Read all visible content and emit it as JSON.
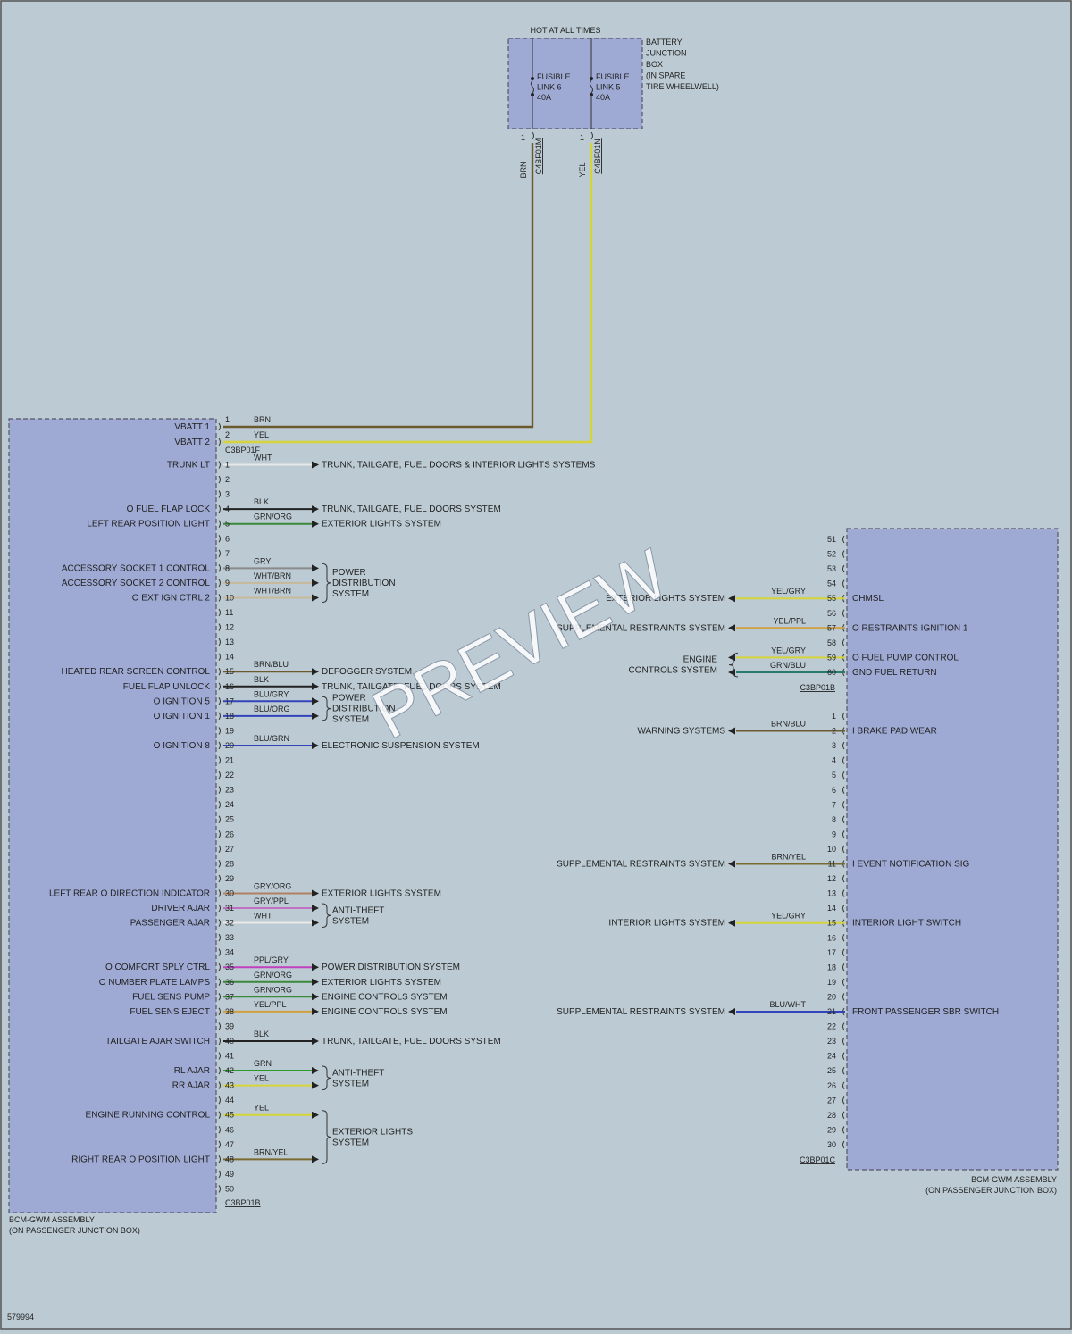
{
  "battery_box": {
    "header": "HOT AT ALL TIMES",
    "name_lines": [
      "BATTERY",
      "JUNCTION",
      "BOX",
      "(IN SPARE",
      "TIRE WHEELWELL)"
    ],
    "fuses": [
      {
        "lines": [
          "FUSIBLE",
          "LINK 6",
          "40A"
        ],
        "pin": "1",
        "connector": "C4BF01M",
        "wire": "BRN",
        "color": "#6b5a30"
      },
      {
        "lines": [
          "FUSIBLE",
          "LINK 5",
          "40A"
        ],
        "pin": "1",
        "connector": "C4BF01N",
        "wire": "YEL",
        "color": "#d6d43a"
      }
    ]
  },
  "left_module": {
    "name_lines": [
      "BCM-GWM ASSEMBLY",
      "(ON PASSENGER JUNCTION BOX)"
    ],
    "vbatt": {
      "connector": "C3BP01F",
      "pins": [
        {
          "n": "1",
          "label": "VBATT 1",
          "wire": "BRN",
          "color": "#6b5a30"
        },
        {
          "n": "2",
          "label": "VBATT 2",
          "wire": "YEL",
          "color": "#d6d43a"
        }
      ]
    },
    "connector": "C3BP01B",
    "pins": [
      {
        "n": "1",
        "label": "TRUNK LT",
        "wire": "WHT",
        "color": "#e8e8e8",
        "dest": "TRUNK, TAILGATE, FUEL DOORS & INTERIOR LIGHTS SYSTEMS",
        "arrow": true
      },
      {
        "n": "2"
      },
      {
        "n": "3"
      },
      {
        "n": "4",
        "label": "O FUEL FLAP LOCK",
        "wire": "BLK",
        "color": "#222222",
        "dest": "TRUNK, TAILGATE, FUEL DOORS SYSTEM",
        "arrow": true
      },
      {
        "n": "5",
        "label": "LEFT REAR POSITION LIGHT",
        "wire": "GRN/ORG",
        "color": "#3a8a3a",
        "dest": "EXTERIOR LIGHTS SYSTEM",
        "arrow": true
      },
      {
        "n": "6"
      },
      {
        "n": "7"
      },
      {
        "n": "8",
        "label": "ACCESSORY SOCKET 1 CONTROL",
        "wire": "GRY",
        "color": "#8a8a8a",
        "arrow": true
      },
      {
        "n": "9",
        "label": "ACCESSORY SOCKET 2 CONTROL",
        "wire": "WHT/BRN",
        "color": "#c8b89a",
        "arrow": true
      },
      {
        "n": "10",
        "label": "O EXT IGN CTRL 2",
        "wire": "WHT/BRN",
        "color": "#c8b89a",
        "arrow": true
      },
      {
        "n": "11"
      },
      {
        "n": "12"
      },
      {
        "n": "13"
      },
      {
        "n": "14"
      },
      {
        "n": "15",
        "label": "HEATED REAR SCREEN CONTROL",
        "wire": "BRN/BLU",
        "color": "#6b5a30",
        "dest": "DEFOGGER SYSTEM",
        "arrow": true
      },
      {
        "n": "16",
        "label": "FUEL FLAP UNLOCK",
        "wire": "BLK",
        "color": "#222222",
        "dest": "TRUNK, TAILGATE, FUEL DOORS SYSTEM",
        "arrow": true
      },
      {
        "n": "17",
        "label": "O IGNITION 5",
        "wire": "BLU/GRY",
        "color": "#3344bb",
        "arrow": true
      },
      {
        "n": "18",
        "label": "O IGNITION 1",
        "wire": "BLU/ORG",
        "color": "#3344bb",
        "arrow": true
      },
      {
        "n": "19"
      },
      {
        "n": "20",
        "label": "O IGNITION 8",
        "wire": "BLU/GRN",
        "color": "#3344bb",
        "dest": "ELECTRONIC SUSPENSION SYSTEM",
        "arrow": true
      },
      {
        "n": "21"
      },
      {
        "n": "22"
      },
      {
        "n": "23"
      },
      {
        "n": "24"
      },
      {
        "n": "25"
      },
      {
        "n": "26"
      },
      {
        "n": "27"
      },
      {
        "n": "28"
      },
      {
        "n": "29"
      },
      {
        "n": "30",
        "label": "LEFT REAR O DIRECTION INDICATOR",
        "wire": "GRY/ORG",
        "color": "#b08060",
        "dest": "EXTERIOR LIGHTS SYSTEM",
        "arrow": true
      },
      {
        "n": "31",
        "label": "DRIVER AJAR",
        "wire": "GRY/PPL",
        "color": "#c070c0",
        "arrow": true
      },
      {
        "n": "32",
        "label": "PASSENGER AJAR",
        "wire": "WHT",
        "color": "#e8e8e8",
        "arrow": true
      },
      {
        "n": "33"
      },
      {
        "n": "34"
      },
      {
        "n": "35",
        "label": "O COMFORT SPLY CTRL",
        "wire": "PPL/GRY",
        "color": "#c040c0",
        "dest": "POWER DISTRIBUTION SYSTEM",
        "arrow": true
      },
      {
        "n": "36",
        "label": "O NUMBER PLATE LAMPS",
        "wire": "GRN/ORG",
        "color": "#3a8a3a",
        "dest": "EXTERIOR LIGHTS SYSTEM",
        "arrow": true
      },
      {
        "n": "37",
        "label": "FUEL SENS PUMP",
        "wire": "GRN/ORG",
        "color": "#3a8a3a",
        "dest": "ENGINE CONTROLS SYSTEM",
        "arrow": true
      },
      {
        "n": "38",
        "label": "FUEL SENS EJECT",
        "wire": "YEL/PPL",
        "color": "#d0a040",
        "dest": "ENGINE CONTROLS SYSTEM",
        "arrow": true
      },
      {
        "n": "39"
      },
      {
        "n": "40",
        "label": "TAILGATE AJAR SWITCH",
        "wire": "BLK",
        "color": "#222222",
        "dest": "TRUNK, TAILGATE, FUEL DOORS SYSTEM",
        "arrow": true
      },
      {
        "n": "41"
      },
      {
        "n": "42",
        "label": "RL AJAR",
        "wire": "GRN",
        "color": "#2a9a2a",
        "arrow": true
      },
      {
        "n": "43",
        "label": "RR AJAR",
        "wire": "YEL",
        "color": "#d6d43a",
        "arrow": true
      },
      {
        "n": "44"
      },
      {
        "n": "45",
        "label": "ENGINE RUNNING CONTROL",
        "wire": "YEL",
        "color": "#d6d43a",
        "arrow": true
      },
      {
        "n": "46"
      },
      {
        "n": "47"
      },
      {
        "n": "48",
        "label": "RIGHT REAR O POSITION LIGHT",
        "wire": "BRN/YEL",
        "color": "#7a6a30",
        "arrow": true
      },
      {
        "n": "49"
      },
      {
        "n": "50"
      }
    ],
    "groups": [
      {
        "from": "8",
        "to": "10",
        "lines": [
          "POWER",
          "DISTRIBUTION",
          "SYSTEM"
        ]
      },
      {
        "from": "17",
        "to": "18",
        "lines": [
          "POWER",
          "DISTRIBUTION",
          "SYSTEM"
        ]
      },
      {
        "from": "31",
        "to": "32",
        "lines": [
          "ANTI-THEFT",
          "SYSTEM"
        ]
      },
      {
        "from": "42",
        "to": "43",
        "lines": [
          "ANTI-THEFT",
          "SYSTEM"
        ]
      },
      {
        "from": "45",
        "to": "48",
        "lines": [
          "EXTERIOR LIGHTS",
          "SYSTEM"
        ]
      }
    ]
  },
  "right_module": {
    "name_lines": [
      "BCM-GWM ASSEMBLY",
      "(ON PASSENGER JUNCTION BOX)"
    ],
    "upper": {
      "connector": "C3BP01B",
      "pins": [
        {
          "n": "51"
        },
        {
          "n": "52"
        },
        {
          "n": "53"
        },
        {
          "n": "54"
        },
        {
          "n": "55",
          "label": "CHMSL",
          "wire": "YEL/GRY",
          "color": "#d6d43a",
          "dest": "EXTERIOR LIGHTS SYSTEM"
        },
        {
          "n": "56"
        },
        {
          "n": "57",
          "label": "O RESTRAINTS IGNITION 1",
          "wire": "YEL/PPL",
          "color": "#d0a040",
          "dest": "SUPPLEMENTAL RESTRAINTS SYSTEM"
        },
        {
          "n": "58"
        },
        {
          "n": "59",
          "label": "O FUEL PUMP CONTROL",
          "wire": "YEL/GRY",
          "color": "#d6d43a"
        },
        {
          "n": "60",
          "label": "GND FUEL RETURN",
          "wire": "GRN/BLU",
          "color": "#2a7a6a"
        }
      ],
      "group": {
        "from": "59",
        "to": "60",
        "lines": [
          "ENGINE",
          "CONTROLS SYSTEM"
        ]
      }
    },
    "lower": {
      "connector": "C3BP01C",
      "pins": [
        {
          "n": "1"
        },
        {
          "n": "2",
          "label": "I BRAKE PAD WEAR",
          "wire": "BRN/BLU",
          "color": "#6b5a30",
          "dest": "WARNING SYSTEMS"
        },
        {
          "n": "3"
        },
        {
          "n": "4"
        },
        {
          "n": "5"
        },
        {
          "n": "6"
        },
        {
          "n": "7"
        },
        {
          "n": "8"
        },
        {
          "n": "9"
        },
        {
          "n": "10"
        },
        {
          "n": "11",
          "label": "I EVENT NOTIFICATION SIG",
          "wire": "BRN/YEL",
          "color": "#7a6a30",
          "dest": "SUPPLEMENTAL RESTRAINTS SYSTEM"
        },
        {
          "n": "12"
        },
        {
          "n": "13"
        },
        {
          "n": "14"
        },
        {
          "n": "15",
          "label": "INTERIOR LIGHT SWITCH",
          "wire": "YEL/GRY",
          "color": "#d6d43a",
          "dest": "INTERIOR LIGHTS SYSTEM"
        },
        {
          "n": "16"
        },
        {
          "n": "17"
        },
        {
          "n": "18"
        },
        {
          "n": "19"
        },
        {
          "n": "20"
        },
        {
          "n": "21",
          "label": "FRONT PASSENGER SBR SWITCH",
          "wire": "BLU/WHT",
          "color": "#3344bb",
          "dest": "SUPPLEMENTAL RESTRAINTS SYSTEM"
        },
        {
          "n": "22"
        },
        {
          "n": "23"
        },
        {
          "n": "24"
        },
        {
          "n": "25"
        },
        {
          "n": "26"
        },
        {
          "n": "27"
        },
        {
          "n": "28"
        },
        {
          "n": "29"
        },
        {
          "n": "30"
        }
      ]
    }
  },
  "watermark": "PREVIEW",
  "footer_id": "579994",
  "colors": {
    "module_fill": "#9eaad4",
    "module_border": "#555566",
    "background": "#bccbd3"
  }
}
